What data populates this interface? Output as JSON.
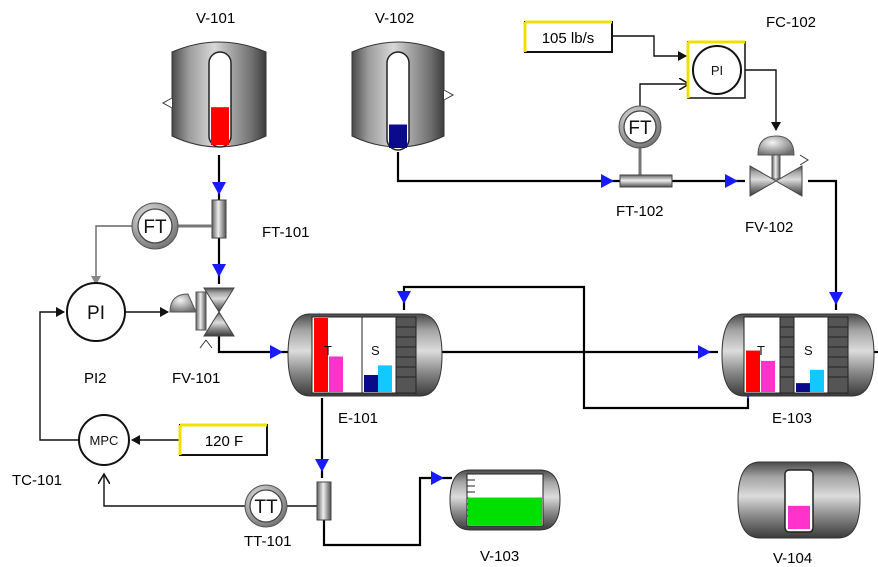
{
  "vessels": {
    "v101": {
      "label": "V-101",
      "level": 0.42,
      "fill": "#ff0000"
    },
    "v102": {
      "label": "V-102",
      "level": 0.25,
      "fill": "#0a0a8c"
    },
    "v103": {
      "label": "V-103",
      "level": 0.55,
      "fill": "#00e000"
    },
    "v104": {
      "label": "V-104",
      "level": 0.4,
      "fill": "#ff33cc"
    }
  },
  "exchangers": {
    "e101": {
      "label": "E-101",
      "t_symbol": "T",
      "s_symbol": "S",
      "bars": [
        1.0,
        0.48,
        0.23,
        0.36
      ],
      "bar_colors": [
        "#ff0000",
        "#ff33cc",
        "#0a0a8c",
        "#11c8ff"
      ]
    },
    "e103": {
      "label": "E-103",
      "t_symbol": "T",
      "s_symbol": "S",
      "bars": [
        0.56,
        0.42,
        0.12,
        0.3
      ],
      "bar_colors": [
        "#ff0000",
        "#ff33cc",
        "#0a0a8c",
        "#11c8ff"
      ]
    }
  },
  "transmitters": {
    "ft101": {
      "label": "FT-101",
      "symbol": "FT"
    },
    "ft102": {
      "label": "FT-102",
      "symbol": "FT"
    },
    "tt101": {
      "label": "TT-101",
      "symbol": "TT"
    }
  },
  "valves": {
    "fv101": {
      "label": "FV-101"
    },
    "fv102": {
      "label": "FV-102"
    }
  },
  "controllers": {
    "pi2": {
      "label": "PI2",
      "symbol": "PI"
    },
    "tc101": {
      "label": "TC-101",
      "symbol": "MPC"
    },
    "fc102": {
      "label": "FC-102",
      "symbol": "PI"
    }
  },
  "setpoints": {
    "flow": "105 lb/s",
    "temp": "120 F"
  },
  "colors": {
    "arrow": "#1a1aff",
    "pipe": "#000000",
    "setpoint_border": "#f0e000",
    "tank_metal": "#9a9a9a"
  }
}
